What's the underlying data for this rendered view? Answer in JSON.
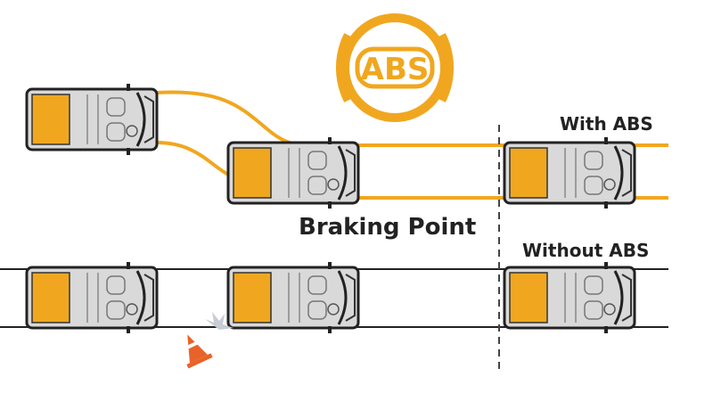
{
  "abs_icon": {
    "label": "ABS"
  },
  "labels": {
    "with_abs": "With ABS",
    "braking_point": "Braking Point",
    "without_abs": "Without ABS"
  },
  "colors": {
    "accent": "#f0a71f",
    "cone": "#e8632a",
    "road": "#222222",
    "body": "#d9d9d9"
  }
}
